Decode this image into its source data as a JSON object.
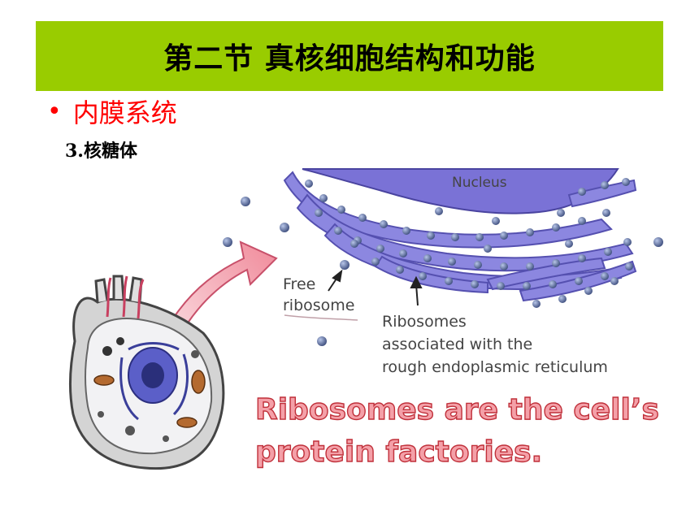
{
  "slide": {
    "title": "第二节 真核细胞结构和功能",
    "bullet": "内膜系统",
    "subheading": "3.核糖体"
  },
  "diagram": {
    "nucleus_label": "Nucleus",
    "free_label_1": "Free",
    "free_label_2": "ribosome",
    "er_label_1": "Ribosomes",
    "er_label_2": "associated with the",
    "er_label_3": "rough endoplasmic reticulum",
    "caption_1": "Ribosomes are the cell’s",
    "caption_2": "protein factories."
  },
  "colors": {
    "title_bar": "#99cc00",
    "bullet_text": "#ff0000",
    "er_fill": "#8c87e0",
    "ribosome": "#4a5a8a",
    "caption_fill": "#f4a0a8",
    "caption_stroke": "#c0303a"
  }
}
